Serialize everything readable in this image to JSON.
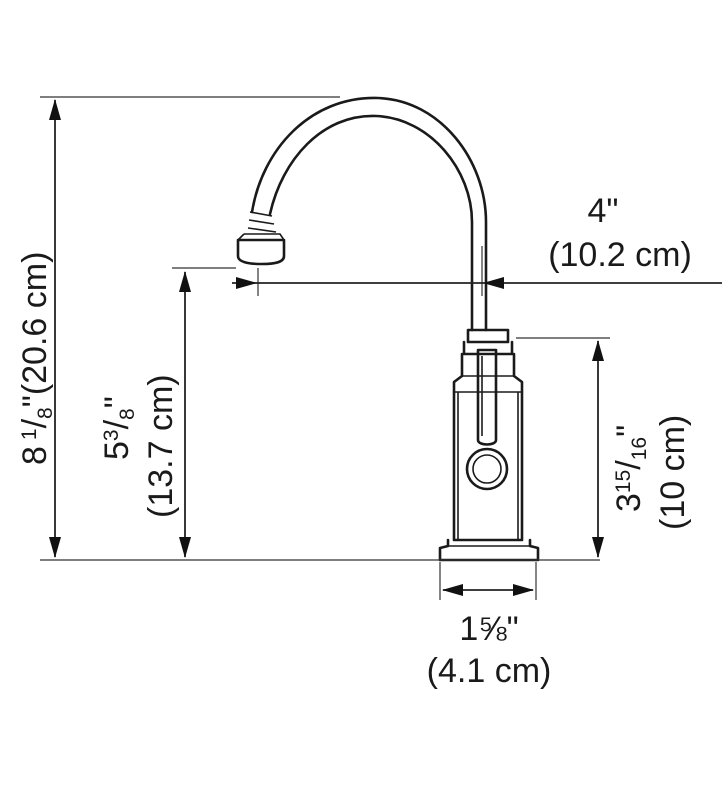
{
  "dimensions": {
    "total_height": {
      "whole": "8",
      "num": "1",
      "den": "8",
      "unit": "\"",
      "metric": "(20.6 cm)"
    },
    "spout_height": {
      "whole": "5",
      "num": "3",
      "den": "8",
      "unit": "\"",
      "metric": "(13.7 cm)"
    },
    "reach": {
      "imperial": "4\"",
      "metric": "(10.2 cm)"
    },
    "body_height": {
      "whole": "3",
      "num": "15",
      "den": "16",
      "unit": "\"",
      "metric": "(10 cm)"
    },
    "base_width": {
      "whole": "1",
      "frac": "⅝",
      "unit": "\"",
      "metric": "(4.1 cm)"
    }
  },
  "colors": {
    "line": "#1a1a1a",
    "background": "#ffffff"
  }
}
